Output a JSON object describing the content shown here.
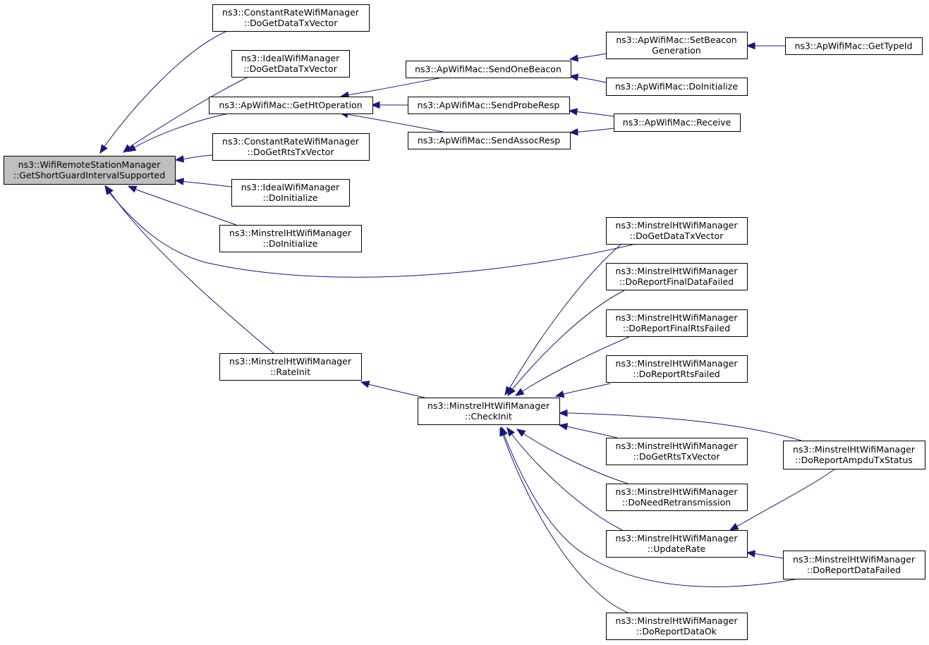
{
  "nodes": {
    "root": [
      "ns3::WifiRemoteStationManager",
      "::GetShortGuardIntervalSupported"
    ],
    "crDataTx": [
      "ns3::ConstantRateWifiManager",
      "::DoGetDataTxVector"
    ],
    "idealDataTx": [
      "ns3::IdealWifiManager",
      "::DoGetDataTxVector"
    ],
    "apHtOp": [
      "ns3::ApWifiMac::GetHtOperation"
    ],
    "crRtsTx": [
      "ns3::ConstantRateWifiManager",
      "::DoGetRtsTxVector"
    ],
    "idealInit": [
      "ns3::IdealWifiManager",
      "::DoInitialize"
    ],
    "mhtInit": [
      "ns3::MinstrelHtWifiManager",
      "::DoInitialize"
    ],
    "mhtRateInit": [
      "ns3::MinstrelHtWifiManager",
      "::RateInit"
    ],
    "apSendBeacon": [
      "ns3::ApWifiMac::SendOneBeacon"
    ],
    "apProbeResp": [
      "ns3::ApWifiMac::SendProbeResp"
    ],
    "apAssocResp": [
      "ns3::ApWifiMac::SendAssocResp"
    ],
    "apSetBeacon": [
      "ns3::ApWifiMac::SetBeacon",
      "Generation"
    ],
    "apDoInit": [
      "ns3::ApWifiMac::DoInitialize"
    ],
    "apReceive": [
      "ns3::ApWifiMac::Receive"
    ],
    "apTypeId": [
      "ns3::ApWifiMac::GetTypeId"
    ],
    "mhtCheckInit": [
      "ns3::MinstrelHtWifiManager",
      "::CheckInit"
    ],
    "mhtDataTx": [
      "ns3::MinstrelHtWifiManager",
      "::DoGetDataTxVector"
    ],
    "mhtFinalData": [
      "ns3::MinstrelHtWifiManager",
      "::DoReportFinalDataFailed"
    ],
    "mhtFinalRts": [
      "ns3::MinstrelHtWifiManager",
      "::DoReportFinalRtsFailed"
    ],
    "mhtRtsFailed": [
      "ns3::MinstrelHtWifiManager",
      "::DoReportRtsFailed"
    ],
    "mhtRtsTx": [
      "ns3::MinstrelHtWifiManager",
      "::DoGetRtsTxVector"
    ],
    "mhtNeedRetx": [
      "ns3::MinstrelHtWifiManager",
      "::DoNeedRetransmission"
    ],
    "mhtUpdateRate": [
      "ns3::MinstrelHtWifiManager",
      "::UpdateRate"
    ],
    "mhtDataOk": [
      "ns3::MinstrelHtWifiManager",
      "::DoReportDataOk"
    ],
    "mhtAmpdu": [
      "ns3::MinstrelHtWifiManager",
      "::DoReportAmpduTxStatus"
    ],
    "mhtDataFailed": [
      "ns3::MinstrelHtWifiManager",
      "::DoReportDataFailed"
    ]
  },
  "edges": [
    [
      "crDataTx",
      "root"
    ],
    [
      "idealDataTx",
      "root"
    ],
    [
      "apHtOp",
      "root"
    ],
    [
      "crRtsTx",
      "root"
    ],
    [
      "idealInit",
      "root"
    ],
    [
      "mhtInit",
      "root"
    ],
    [
      "mhtDataTx",
      "root"
    ],
    [
      "mhtRateInit",
      "root"
    ],
    [
      "apSendBeacon",
      "apHtOp"
    ],
    [
      "apProbeResp",
      "apHtOp"
    ],
    [
      "apAssocResp",
      "apHtOp"
    ],
    [
      "apSetBeacon",
      "apSendBeacon"
    ],
    [
      "apDoInit",
      "apSendBeacon"
    ],
    [
      "apTypeId",
      "apSetBeacon"
    ],
    [
      "apReceive",
      "apProbeResp"
    ],
    [
      "apReceive",
      "apAssocResp"
    ],
    [
      "mhtCheckInit",
      "mhtRateInit"
    ],
    [
      "mhtDataTx",
      "mhtCheckInit"
    ],
    [
      "mhtFinalData",
      "mhtCheckInit"
    ],
    [
      "mhtFinalRts",
      "mhtCheckInit"
    ],
    [
      "mhtRtsFailed",
      "mhtCheckInit"
    ],
    [
      "mhtAmpdu",
      "mhtCheckInit"
    ],
    [
      "mhtRtsTx",
      "mhtCheckInit"
    ],
    [
      "mhtNeedRetx",
      "mhtCheckInit"
    ],
    [
      "mhtUpdateRate",
      "mhtCheckInit"
    ],
    [
      "mhtDataFailed",
      "mhtCheckInit"
    ],
    [
      "mhtDataOk",
      "mhtCheckInit"
    ],
    [
      "mhtAmpdu",
      "mhtUpdateRate"
    ],
    [
      "mhtDataFailed",
      "mhtUpdateRate"
    ]
  ],
  "colors": {
    "edge": "#191970",
    "root_fill": "#bfbfbf",
    "node_fill": "#ffffff",
    "border": "#000000"
  }
}
